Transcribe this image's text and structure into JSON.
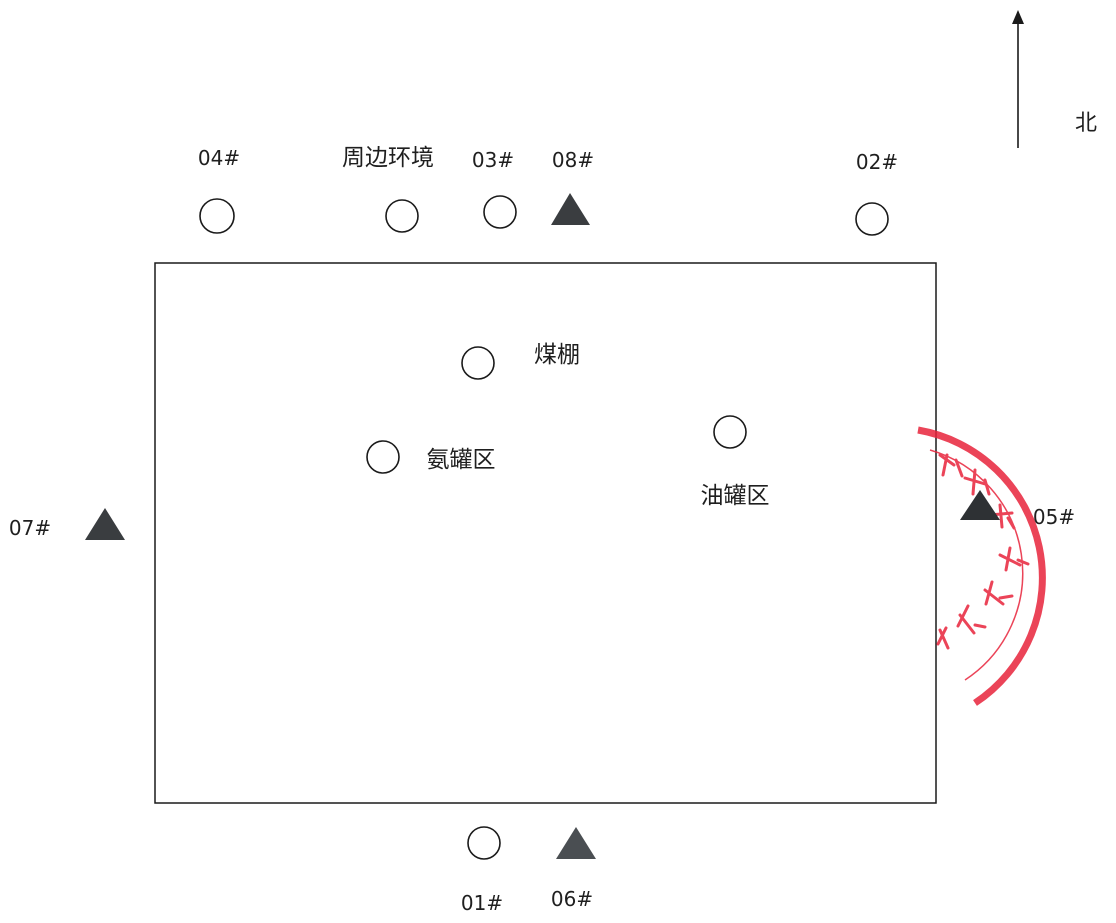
{
  "north": {
    "label": "北"
  },
  "points": {
    "p04": {
      "label": "04#"
    },
    "p_env": {
      "label": "周边环境"
    },
    "p03": {
      "label": "03#"
    },
    "p08": {
      "label": "08#"
    },
    "p02": {
      "label": "02#"
    },
    "p07": {
      "label": "07#"
    },
    "p05": {
      "label": "05#"
    },
    "p01": {
      "label": "01#"
    },
    "p06": {
      "label": "06#"
    }
  },
  "areas": {
    "coal_shed": {
      "label": "煤棚"
    },
    "ammonia_tank": {
      "label": "氨罐区"
    },
    "oil_tank": {
      "label": "油罐区"
    }
  },
  "legend_symbols": {
    "circle": "circle-marker-icon",
    "triangle": "triangle-marker-icon"
  },
  "colors": {
    "line": "#1a1a1a",
    "triangle_fill": "#3a3d40",
    "stamp": "#e8243c"
  }
}
